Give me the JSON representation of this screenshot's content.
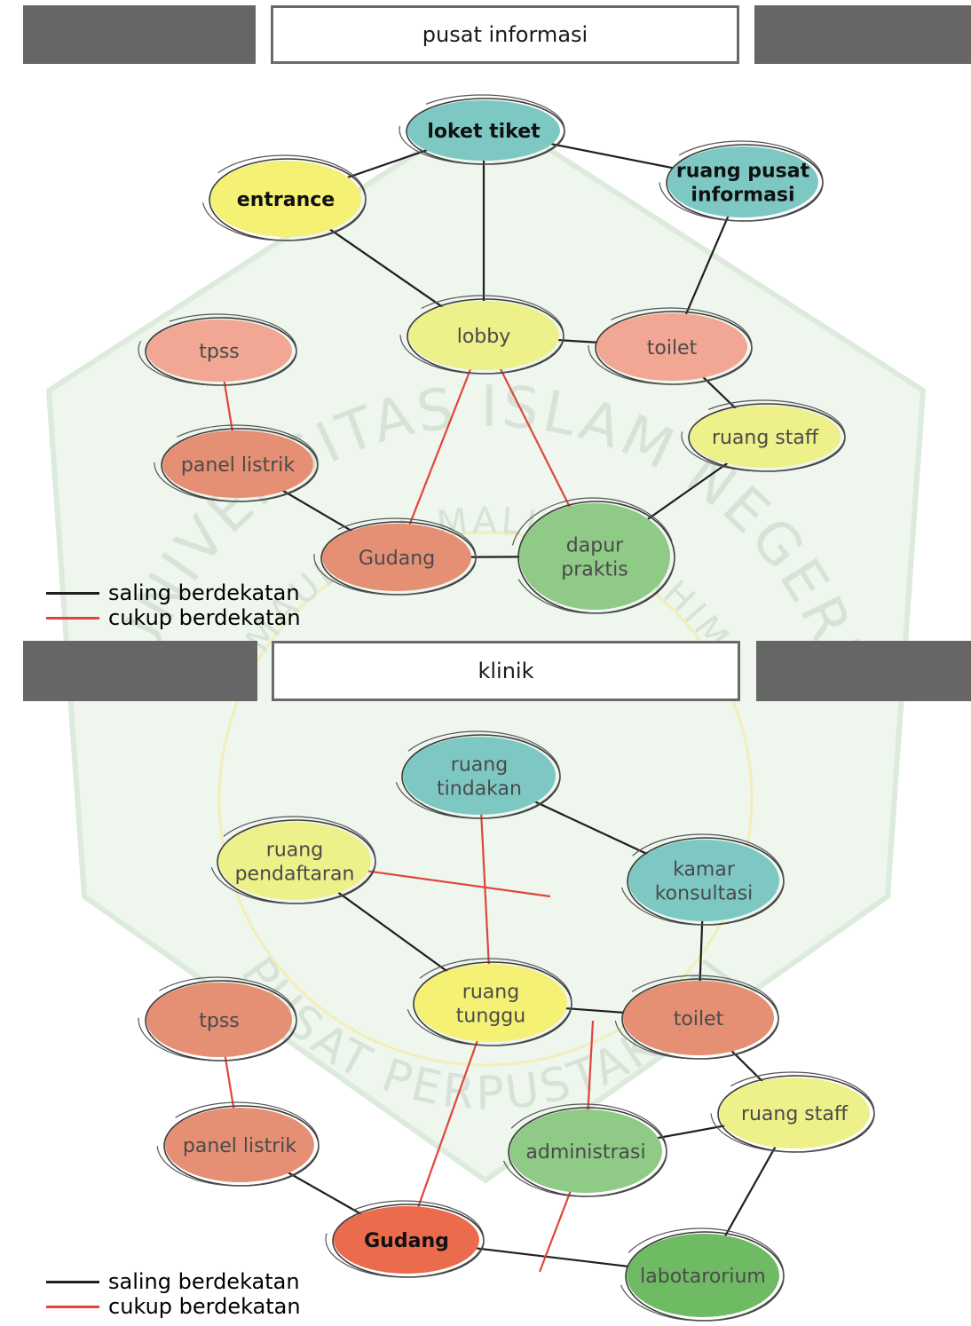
{
  "colors": {
    "teal": "#7ec8c4",
    "yellow": "#f4f175",
    "lightyellow": "#eef08a",
    "salmon": "#f2a794",
    "darksalmon": "#e58f74",
    "green": "#8fca86",
    "darkgreen": "#6fbb63",
    "orange": "#eb6c4c",
    "black_line": "#1f1f1f",
    "red_line": "#e0453a",
    "header_bar": "#666666"
  },
  "watermark": {
    "arc_top": "UNIVERSITAS ISLAM NEGERI",
    "arc_inner": "MAULANA MALIK IBRAHIM",
    "arc_bottom": "PUSAT PERPUSTAKAAN"
  },
  "sections": [
    {
      "id": "pusat",
      "title": "pusat informasi",
      "nodes": [
        {
          "id": "loket",
          "label": [
            "loket tiket"
          ],
          "fill": "teal",
          "bold": true
        },
        {
          "id": "entrance",
          "label": [
            "entrance"
          ],
          "fill": "yellow",
          "bold": true
        },
        {
          "id": "rpi",
          "label": [
            "ruang pusat",
            "informasi"
          ],
          "fill": "teal",
          "bold": true
        },
        {
          "id": "lobby",
          "label": [
            "lobby"
          ],
          "fill": "lightyellow"
        },
        {
          "id": "tpss1",
          "label": [
            "tpss"
          ],
          "fill": "salmon"
        },
        {
          "id": "toilet1",
          "label": [
            "toilet"
          ],
          "fill": "salmon"
        },
        {
          "id": "staff1",
          "label": [
            "ruang staff"
          ],
          "fill": "lightyellow"
        },
        {
          "id": "panel1",
          "label": [
            "panel listrik"
          ],
          "fill": "darksalmon"
        },
        {
          "id": "gudang1",
          "label": [
            "Gudang"
          ],
          "fill": "darksalmon"
        },
        {
          "id": "dapur",
          "label": [
            "dapur",
            "praktis"
          ],
          "fill": "green"
        }
      ],
      "edges": [
        {
          "from": "loket",
          "to": "entrance",
          "type": "saling"
        },
        {
          "from": "loket",
          "to": "rpi",
          "type": "saling"
        },
        {
          "from": "loket",
          "to": "lobby",
          "type": "saling"
        },
        {
          "from": "entrance",
          "to": "lobby",
          "type": "saling"
        },
        {
          "from": "rpi",
          "to": "toilet1",
          "type": "saling"
        },
        {
          "from": "lobby",
          "to": "toilet1",
          "type": "saling"
        },
        {
          "from": "toilet1",
          "to": "staff1",
          "type": "saling"
        },
        {
          "from": "staff1",
          "to": "dapur",
          "type": "saling"
        },
        {
          "from": "panel1",
          "to": "gudang1",
          "type": "saling"
        },
        {
          "from": "gudang1",
          "to": "dapur",
          "type": "saling"
        },
        {
          "from": "tpss1",
          "to": "panel1",
          "type": "cukup"
        },
        {
          "from": "lobby",
          "to": "gudang1",
          "type": "cukup"
        },
        {
          "from": "lobby",
          "to": "dapur",
          "type": "cukup"
        }
      ],
      "legend": [
        {
          "label": "saling berdekatan",
          "type": "saling"
        },
        {
          "label": "cukup berdekatan",
          "type": "cukup"
        }
      ]
    },
    {
      "id": "klinik",
      "title": "klinik",
      "nodes": [
        {
          "id": "tindakan",
          "label": [
            "ruang",
            "tindakan"
          ],
          "fill": "teal"
        },
        {
          "id": "pendaftaran",
          "label": [
            "ruang",
            "pendaftaran"
          ],
          "fill": "lightyellow"
        },
        {
          "id": "konsultasi",
          "label": [
            "kamar",
            "konsultasi"
          ],
          "fill": "teal"
        },
        {
          "id": "tunggu",
          "label": [
            "ruang",
            "tunggu"
          ],
          "fill": "yellow"
        },
        {
          "id": "tpss2",
          "label": [
            "tpss"
          ],
          "fill": "darksalmon"
        },
        {
          "id": "toilet2",
          "label": [
            "toilet"
          ],
          "fill": "darksalmon"
        },
        {
          "id": "staff2",
          "label": [
            "ruang staff"
          ],
          "fill": "lightyellow"
        },
        {
          "id": "panel2",
          "label": [
            "panel listrik"
          ],
          "fill": "darksalmon"
        },
        {
          "id": "admin",
          "label": [
            "administrasi"
          ],
          "fill": "green"
        },
        {
          "id": "gudang2",
          "label": [
            "Gudang"
          ],
          "fill": "orange",
          "bold": true
        },
        {
          "id": "lab",
          "label": [
            "labotarorium"
          ],
          "fill": "darkgreen"
        }
      ],
      "edges": [
        {
          "from": "tindakan",
          "to": "konsultasi",
          "type": "saling"
        },
        {
          "from": "pendaftaran",
          "to": "tunggu",
          "type": "saling"
        },
        {
          "from": "konsultasi",
          "to": "toilet2",
          "type": "saling"
        },
        {
          "from": "tunggu",
          "to": "toilet2",
          "type": "saling"
        },
        {
          "from": "toilet2",
          "to": "staff2",
          "type": "saling"
        },
        {
          "from": "staff2",
          "to": "admin",
          "type": "saling"
        },
        {
          "from": "staff2",
          "to": "lab",
          "type": "saling"
        },
        {
          "from": "panel2",
          "to": "gudang2",
          "type": "saling"
        },
        {
          "from": "gudang2",
          "to": "lab",
          "type": "saling"
        },
        {
          "from": "tpss2",
          "to": "panel2",
          "type": "cukup"
        },
        {
          "from": "pendaftaran",
          "to": "mid1",
          "type": "cukup"
        },
        {
          "from": "tindakan",
          "to": "tunggu",
          "type": "cukup"
        },
        {
          "from": "tunggu",
          "to": "gudang2",
          "type": "cukup"
        },
        {
          "from": "mid2",
          "to": "admin",
          "type": "cukup"
        },
        {
          "from": "admin",
          "to": "mid3",
          "type": "cukup"
        }
      ],
      "legend": [
        {
          "label": "saling berdekatan",
          "type": "saling"
        },
        {
          "label": "cukup berdekatan",
          "type": "cukup"
        }
      ]
    }
  ]
}
